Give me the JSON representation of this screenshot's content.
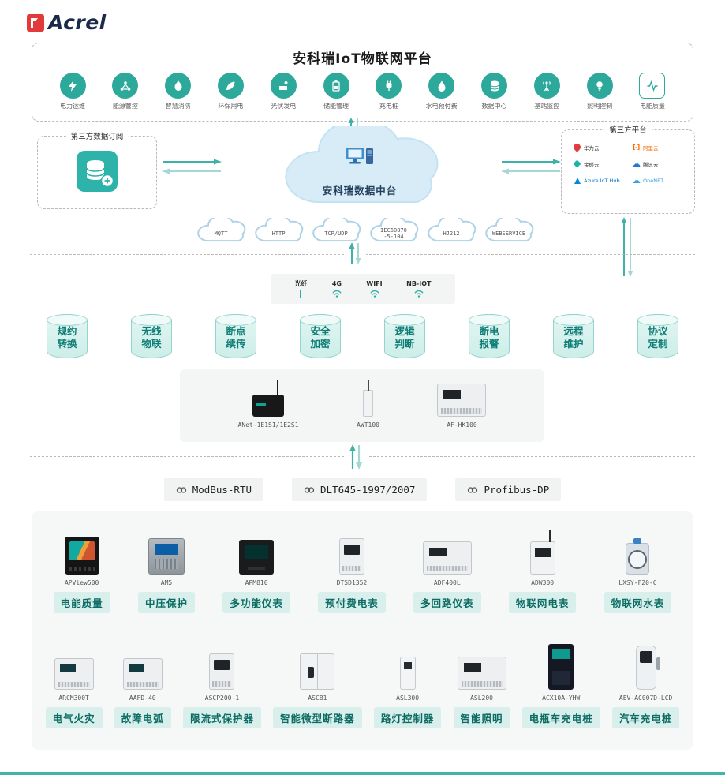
{
  "brand": {
    "name": "Acrel"
  },
  "theme": {
    "accent": "#2ca99b",
    "accent_dark": "#0d7d75",
    "chip_bg": "#d8efec",
    "cloud_fill": "#d7ecf7",
    "logo_red": "#e23a3a"
  },
  "platform": {
    "title": "安科瑞IoT物联网平台",
    "apps": [
      {
        "label": "电力运维"
      },
      {
        "label": "能源管控"
      },
      {
        "label": "智慧消防"
      },
      {
        "label": "环保用电"
      },
      {
        "label": "光伏发电"
      },
      {
        "label": "储能管理"
      },
      {
        "label": "充电桩"
      },
      {
        "label": "水电预付费"
      },
      {
        "label": "数据中心"
      },
      {
        "label": "基站监控"
      },
      {
        "label": "照明控制"
      },
      {
        "label": "电能质量"
      }
    ]
  },
  "middle": {
    "left_box": {
      "title": "第三方数据订阅"
    },
    "cloud": {
      "label": "安科瑞数据中台"
    },
    "right_box": {
      "title": "第三方平台",
      "vendors": [
        {
          "name": "华为云"
        },
        {
          "name": "阿里云"
        },
        {
          "name": "金蝶云"
        },
        {
          "name": "腾讯云"
        },
        {
          "name": "Azure IoT Hub"
        },
        {
          "name": "OneNET"
        }
      ]
    }
  },
  "protocol_clouds": [
    {
      "line1": "MQTT",
      "line2": ""
    },
    {
      "line1": "HTTP",
      "line2": ""
    },
    {
      "line1": "TCP/UDP",
      "line2": ""
    },
    {
      "line1": "IEC60870",
      "line2": "-5-104"
    },
    {
      "line1": "HJ212",
      "line2": ""
    },
    {
      "line1": "WEBSERVICE",
      "line2": ""
    }
  ],
  "network": {
    "items": [
      {
        "label": "光纤"
      },
      {
        "label": "4G"
      },
      {
        "label": "WIFI"
      },
      {
        "label": "NB-IOT"
      }
    ]
  },
  "features": [
    {
      "line1": "规约",
      "line2": "转换"
    },
    {
      "line1": "无线",
      "line2": "物联"
    },
    {
      "line1": "断点",
      "line2": "续传"
    },
    {
      "line1": "安全",
      "line2": "加密"
    },
    {
      "line1": "逻辑",
      "line2": "判断"
    },
    {
      "line1": "断电",
      "line2": "报警"
    },
    {
      "line1": "远程",
      "line2": "维护"
    },
    {
      "line1": "协议",
      "line2": "定制"
    }
  ],
  "gateways": [
    {
      "model": "ANet-1E1S1/1E2S1",
      "variant": "gateway-black"
    },
    {
      "model": "AWT100",
      "variant": "gateway-white"
    },
    {
      "model": "AF-HK100",
      "variant": "long-din"
    }
  ],
  "bus_protocols": [
    {
      "label": "ModBus-RTU"
    },
    {
      "label": "DLT645-1997/2007"
    },
    {
      "label": "Profibus-DP"
    }
  ],
  "devices_row1": [
    {
      "model": "APView500",
      "label": "电能质量",
      "variant": "panel-dark"
    },
    {
      "model": "AM5",
      "label": "中压保护",
      "variant": "relay"
    },
    {
      "model": "APM810",
      "label": "多功能仪表",
      "variant": "meter-dark"
    },
    {
      "model": "DTSD1352",
      "label": "预付费电表",
      "variant": "din"
    },
    {
      "model": "ADF400L",
      "label": "多回路仪表",
      "variant": "long-din"
    },
    {
      "model": "ADW300",
      "label": "物联网电表",
      "variant": "iot-meter"
    },
    {
      "model": "LXSY-F20-C",
      "label": "物联网水表",
      "variant": "water"
    }
  ],
  "devices_row2": [
    {
      "model": "ARCM300T",
      "label": "电气火灾",
      "variant": "module"
    },
    {
      "model": "AAFD-40",
      "label": "故障电弧",
      "variant": "module"
    },
    {
      "model": "ASCP200-1",
      "label": "限流式保护器",
      "variant": "din"
    },
    {
      "model": "ASCB1",
      "label": "智能微型断路器",
      "variant": "breaker"
    },
    {
      "model": "ASL300",
      "label": "路灯控制器",
      "variant": "slim"
    },
    {
      "model": "ASL200",
      "label": "智能照明",
      "variant": "long-din"
    },
    {
      "model": "ACX10A-YHW",
      "label": "电瓶车充电桩",
      "variant": "cabinet"
    },
    {
      "model": "AEV-AC007D-LCD",
      "label": "汽车充电桩",
      "variant": "charger"
    }
  ]
}
